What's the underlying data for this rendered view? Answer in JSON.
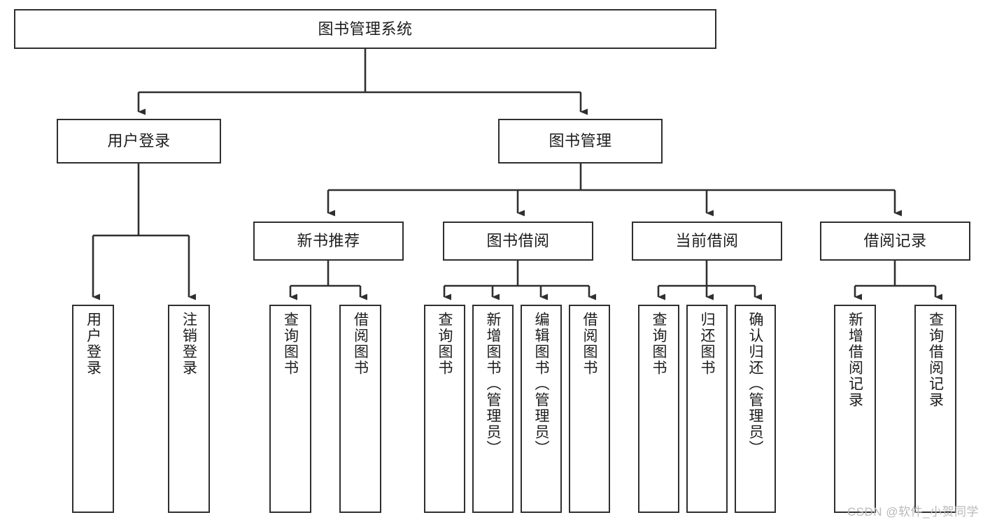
{
  "diagram": {
    "title": "图书管理系统",
    "type": "function-structure-tree",
    "watermark": "CSDN @软件_小贺同学",
    "colors": {
      "background": "#ffffff",
      "box_border": "#2f2f2f",
      "box_fill": "#ffffff",
      "text": "#1c1c1c",
      "connector": "#2f2f2f",
      "watermark": "#b9b9b9"
    },
    "levels": {
      "root": {
        "label": "图书管理系统"
      },
      "level2": [
        {
          "label": "用户登录"
        },
        {
          "label": "图书管理"
        }
      ],
      "level3": [
        {
          "label": "新书推荐"
        },
        {
          "label": "图书借阅"
        },
        {
          "label": "当前借阅"
        },
        {
          "label": "借阅记录"
        }
      ],
      "leaves": {
        "user_login": [
          {
            "label": "用户登录"
          },
          {
            "label": "注销登录"
          }
        ],
        "new_book_recommend": [
          {
            "label": "查询图书"
          },
          {
            "label": "借阅图书"
          }
        ],
        "book_borrow": [
          {
            "label": "查询图书"
          },
          {
            "label": "新增图书（管理员）"
          },
          {
            "label": "编辑图书（管理员）"
          },
          {
            "label": "借阅图书"
          }
        ],
        "current_borrow": [
          {
            "label": "查询图书"
          },
          {
            "label": "归还图书"
          },
          {
            "label": "确认归还（管理员）"
          }
        ],
        "borrow_record": [
          {
            "label": "新增借阅记录"
          },
          {
            "label": "查询借阅记录"
          }
        ]
      }
    }
  }
}
